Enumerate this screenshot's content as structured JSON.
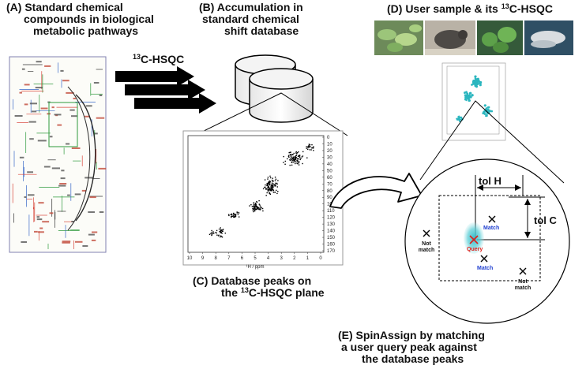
{
  "panel_a": {
    "line1": "(A)    Standard chemical",
    "line2": "compounds in biological",
    "line3": "metabolic pathways"
  },
  "panel_b": {
    "line1": "(B) Accumulation in",
    "line2": "standard chemical",
    "line3": "shift database"
  },
  "panel_c": {
    "line1": "(C) Database peaks on",
    "line2_pre": "the ",
    "line2_sup": "13",
    "line2_post": "C-HSQC plane"
  },
  "panel_d": {
    "line1_pre": "(D) User sample & its ",
    "line1_sup": "13",
    "line1_post": "C-HSQC"
  },
  "panel_e": {
    "line1": "(E) SpinAssign by matching",
    "line2": "a user query peak against",
    "line3": "the database peaks"
  },
  "arrow_label": {
    "sup": "13",
    "text": "C-HSQC"
  },
  "spectrum": {
    "y_ticks": [
      "0",
      "10",
      "20",
      "30",
      "40",
      "50",
      "60",
      "70",
      "80",
      "90",
      "100",
      "110",
      "120",
      "130",
      "140",
      "150",
      "160",
      "170"
    ],
    "x_ticks": [
      "10",
      "9",
      "8",
      "7",
      "6",
      "5",
      "4",
      "3",
      "2",
      "1",
      "0"
    ],
    "x_axis_label": "¹H / ppm"
  },
  "matching": {
    "tol_h": "tol H",
    "tol_c": "tol C",
    "match": "Match",
    "not_match": "Not match",
    "query": "Query"
  },
  "colors": {
    "match": "#1f3fd0",
    "query": "#e0201a",
    "query_blob": "#39c6d2",
    "user_peaks": "#2bb6bf",
    "pathway_red": "#d8463a",
    "pathway_blue": "#3868c8",
    "pathway_green": "#2e9a3c"
  }
}
